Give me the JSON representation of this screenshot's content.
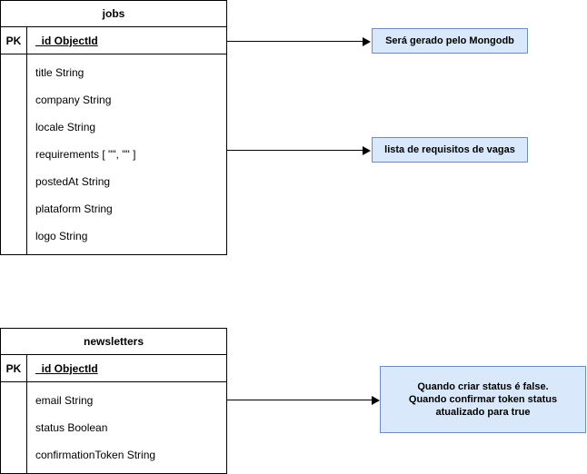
{
  "diagram": {
    "entities": [
      {
        "name": "jobs",
        "pk_label": "PK",
        "pk_field": "_id ObjectId",
        "fields": [
          "title String",
          "company String",
          "locale String",
          "requirements [ \"\", \"\" ]",
          "postedAt String",
          "plataform String",
          "logo String"
        ]
      },
      {
        "name": "newsletters",
        "pk_label": "PK",
        "pk_field": "_id ObjectId",
        "fields": [
          "email String",
          "status Boolean",
          "confirmationToken String"
        ]
      }
    ],
    "notes": [
      {
        "lines": [
          "Será gerado pelo Mongodb"
        ]
      },
      {
        "lines": [
          "lista de requisitos de vagas"
        ]
      },
      {
        "lines": [
          "Quando criar status é false.",
          "Quando confirmar token status",
          "atualizado para true"
        ]
      }
    ],
    "colors": {
      "note_fill": "#dae8fc",
      "note_border": "#6c8ebf",
      "entity_border": "#000000",
      "entity_fill": "#ffffff",
      "connector": "#000000"
    }
  }
}
